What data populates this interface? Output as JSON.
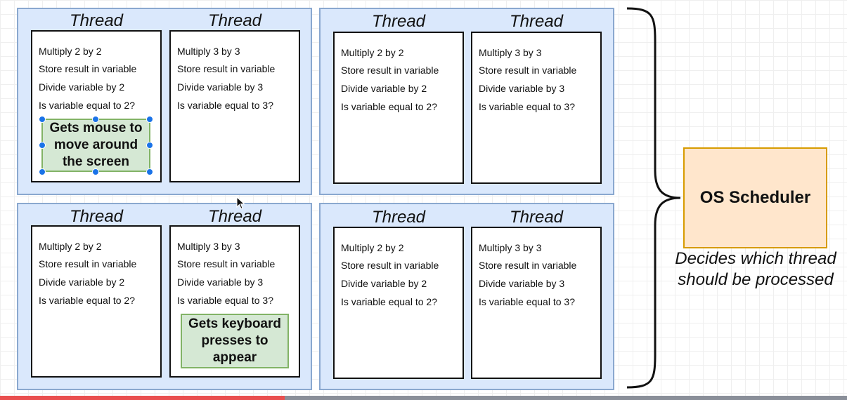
{
  "diagram": {
    "thread_label": "Thread",
    "steps_a": [
      "Multiply 2 by 2",
      "Store result in variable",
      "Divide variable by 2",
      "Is variable equal to 2?"
    ],
    "steps_b": [
      "Multiply 3 by 3",
      "Store result in variable",
      "Divide variable by 3",
      "Is variable equal to 3?"
    ],
    "mouse_note": "Gets mouse to move around the screen",
    "keyboard_note": "Gets keyboard presses to appear",
    "scheduler_label": "OS Scheduler",
    "scheduler_caption": "Decides which thread should be processed"
  },
  "video": {
    "progress": 0.336
  },
  "colors": {
    "cpu_fill": "#dae8fc",
    "cpu_border": "#8aa8cf",
    "note_fill": "#d5e8d4",
    "note_border": "#82b366",
    "scheduler_fill": "#ffe6cc",
    "scheduler_border": "#d79b00",
    "progress_fill": "#e94f4f"
  }
}
